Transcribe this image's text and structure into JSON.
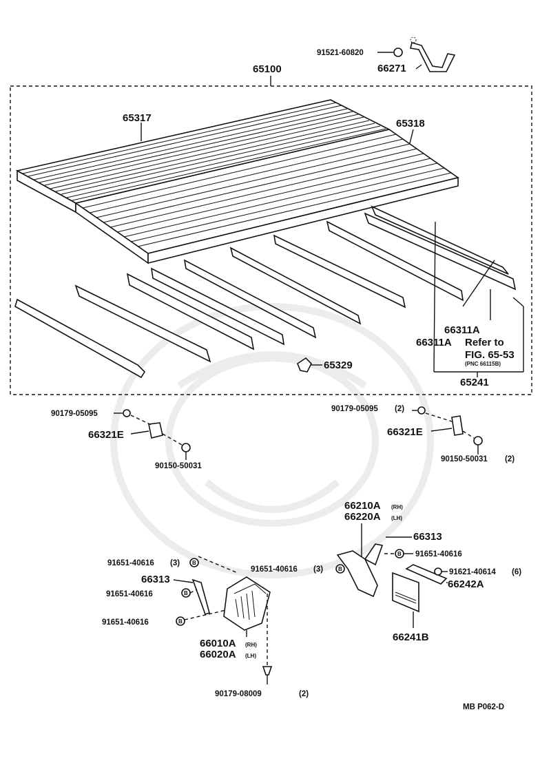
{
  "parts": {
    "p91521": "91521-60820",
    "p66271": "66271",
    "p65100": "65100",
    "p65317": "65317",
    "p65318": "65318",
    "p66311A_1": "66311A",
    "p66311A_2": "66311A",
    "refer_line1": "Refer to",
    "refer_line2": "FIG. 65-53",
    "refer_line3": "(PNC 66115B)",
    "p65329": "65329",
    "p65241": "65241",
    "p90179_05095_l": "90179-05095",
    "p66321E_l": "66321E",
    "p90150_l": "90150-50031",
    "p90179_05095_r": "90179-05095",
    "p90179_05095_r_qty": "(2)",
    "p66321E_r": "66321E",
    "p90150_r": "90150-50031",
    "p90150_r_qty": "(2)",
    "p66210A": "66210A",
    "p66210A_side": "(RH)",
    "p66220A": "66220A",
    "p66220A_side": "(LH)",
    "p66313_r": "66313",
    "p91651_r1": "91651-40616",
    "p91651_r2": "91651-40616",
    "p91651_r2_qty": "(3)",
    "p91621": "91621-40614",
    "p91621_qty": "(6)",
    "p66242A": "66242A",
    "p66241B": "66241B",
    "p91651_l1": "91651-40616",
    "p91651_l1_qty": "(3)",
    "p66313_l": "66313",
    "p91651_l2": "91651-40616",
    "p91651_l3": "91651-40616",
    "p66010A": "66010A",
    "p66010A_side": "(RH)",
    "p66020A": "66020A",
    "p66020A_side": "(LH)",
    "p90179_08009": "90179-08009",
    "p90179_08009_qty": "(2)",
    "bolt_mark": "B"
  },
  "footer": {
    "code": "MB P062-D"
  }
}
